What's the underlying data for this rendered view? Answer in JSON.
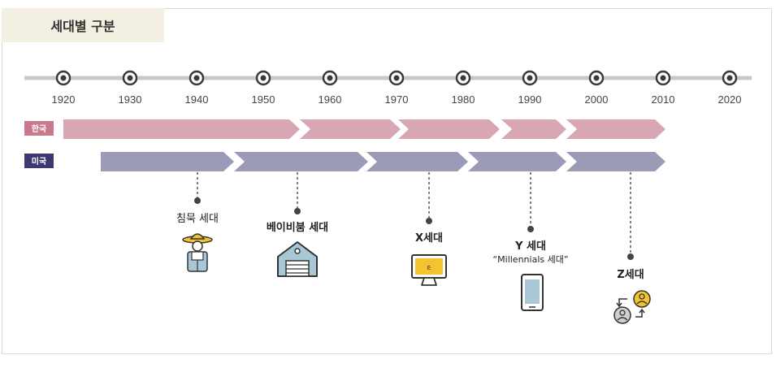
{
  "title": "세대별 구분",
  "timeline": {
    "years": [
      "1920",
      "1930",
      "1940",
      "1950",
      "1960",
      "1970",
      "1980",
      "1990",
      "2000",
      "2010",
      "2020"
    ]
  },
  "rows": [
    {
      "label": "한국",
      "color": "#d9a7b4",
      "label_bg": "#c9788e"
    },
    {
      "label": "미국",
      "color": "#9c9bb7",
      "label_bg": "#3a3a70"
    }
  ],
  "generations": [
    {
      "name": "침묵 세대",
      "icon": "farmer-icon"
    },
    {
      "name": "베이비붐 세대",
      "icon": "house-garage-icon"
    },
    {
      "name": "X세대",
      "icon": "monitor-icon"
    },
    {
      "name": "Y 세대",
      "subtitle": "“Millennials 세대”",
      "icon": "smartphone-icon"
    },
    {
      "name": "Z세대",
      "icon": "user-exchange-icon"
    }
  ],
  "colors": {
    "tab_bg": "#f3f0e3",
    "axis": "#c8c8c8",
    "node": "#3a3a3a",
    "accent_yellow": "#f4c430"
  }
}
